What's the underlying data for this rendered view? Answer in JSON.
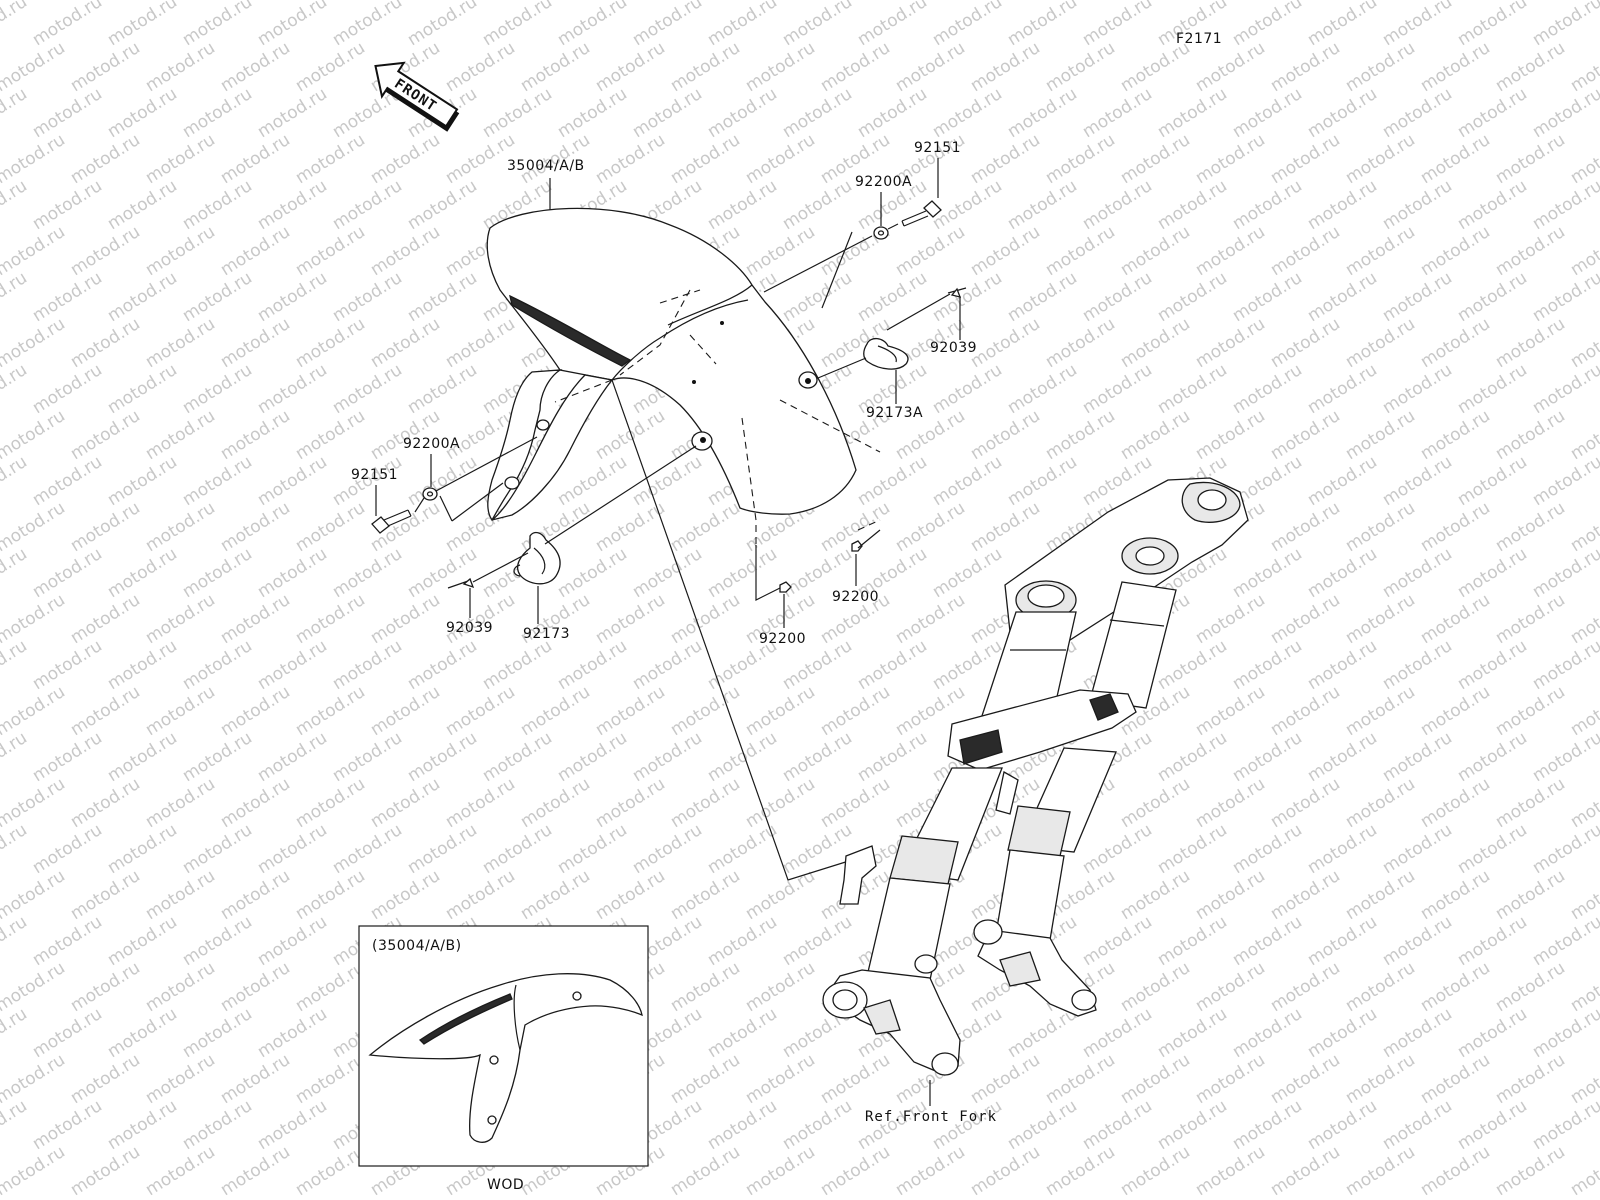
{
  "figure_id": "F2171",
  "front_label": "FRONT",
  "watermark": "motod.ru",
  "inset_title": "(35004/A/B)",
  "inset_caption": "WOD",
  "ref_label": "Ref.Front Fork",
  "callouts": {
    "fender": "35004/A/B",
    "bolt_right": "92151",
    "washer_right": "92200A",
    "pin_right": "92039",
    "clamp_right": "92173A",
    "washer_left": "92200A",
    "bolt_left": "92151",
    "pin_left": "92039",
    "clamp_left": "92173",
    "nut_center": "92200",
    "nut_right": "92200"
  }
}
